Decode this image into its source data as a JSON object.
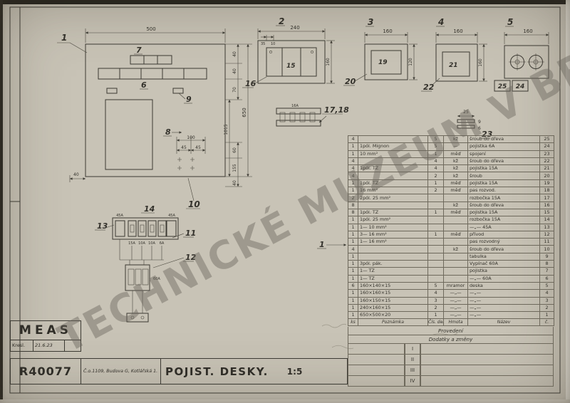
{
  "watermark": "TECHNICKÉ MUZEUM V BRNĚ",
  "title_block": {
    "company": "MEAS",
    "kresl_label": "Kresl.",
    "kresl_date": "21.6.23",
    "drawing_number": "R40077",
    "address": "Č.o.1109, Budova G, Kotlářská 1.",
    "title": "POJIST. DESKY.",
    "scale": "1:5"
  },
  "revision": {
    "provedeni_label": "Provedení",
    "dodatky_label": "Dodatky a změny",
    "rows": [
      "I",
      "II",
      "III",
      "IV"
    ]
  },
  "parts_table": {
    "headers": [
      "ks",
      "Poznámka",
      "Čís. del.",
      "Hmota",
      "Název",
      "č."
    ],
    "rows": [
      [
        "4",
        "",
        "5",
        "kž",
        "šroub do dřeva",
        "25"
      ],
      [
        "1",
        "1pól. Mignon",
        "5",
        "—",
        "pojistka 6A",
        "24"
      ],
      [
        "1",
        "10 mm²",
        "1",
        "měď",
        "spojení",
        "23"
      ],
      [
        "4",
        "",
        "4",
        "kž",
        "šroub do dřeva",
        "22"
      ],
      [
        "4",
        "1pól. TZ",
        "4",
        "kž",
        "pojistka 15A",
        "21"
      ],
      [
        "4",
        "",
        "2",
        "kž",
        "šroub",
        "20"
      ],
      [
        "1",
        "1pól. TZ",
        "1",
        "měď",
        "pojistka 15A",
        "19"
      ],
      [
        "1",
        "16 mm²",
        "2",
        "měď",
        "pas rozvod.",
        "18"
      ],
      [
        "2",
        "2pól. 25 mm²",
        "",
        "",
        "rozbočka 15A",
        "17"
      ],
      [
        "8",
        "",
        "",
        "kž",
        "šroub do dřeva",
        "16"
      ],
      [
        "8",
        "1pól. TZ",
        "1",
        "měď",
        "pojistka 15A",
        "15"
      ],
      [
        "1",
        "1pól. 25 mm²",
        "",
        "",
        "rozbočka 15A",
        "14"
      ],
      [
        "1",
        "1— 10 mm²",
        "",
        "",
        "—„— 45A",
        "13"
      ],
      [
        "1",
        "3— 16 mm²",
        "1",
        "měď",
        "přívod",
        "12"
      ],
      [
        "1",
        "1— 16 mm²",
        "",
        "",
        "pas rozvodný",
        "11"
      ],
      [
        "4",
        "",
        "",
        "kž",
        "šroub do dřeva",
        "10"
      ],
      [
        "1",
        "",
        "",
        "",
        "tabulka",
        "9"
      ],
      [
        "1",
        "3pól. pák.",
        "",
        "",
        "Vypínač 60A",
        "8"
      ],
      [
        "1",
        "1— TZ",
        "",
        "",
        "pojistka",
        "7"
      ],
      [
        "1",
        "1— TZ",
        "",
        "",
        "—„— 60A",
        "6"
      ],
      [
        "6",
        "160×140×15",
        "5",
        "mramor",
        "deska",
        "5"
      ],
      [
        "1",
        "160×160×15",
        "4",
        "—„—",
        "—„—",
        "4"
      ],
      [
        "1",
        "160×150×15",
        "3",
        "—„—",
        "—„—",
        "3"
      ],
      [
        "1",
        "240×160×15",
        "2",
        "—„—",
        "—„—",
        "2"
      ],
      [
        "1",
        "650×500×20",
        "1",
        "—„—",
        "—„—",
        "1"
      ]
    ]
  },
  "drawing": {
    "balloons": {
      "v1": "1",
      "v2": "2",
      "v3": "3",
      "v4": "4",
      "v5": "5",
      "p6": "6",
      "p7": "7",
      "p8": "8",
      "p9": "9",
      "p10": "10",
      "p11": "11",
      "p12": "12",
      "p13": "13",
      "p14": "14",
      "p15": "15",
      "p16": "16",
      "p17_18": "17,18",
      "p19": "19",
      "p20": "20",
      "p21": "21",
      "p22": "22",
      "p23": "23",
      "p24": "24",
      "p25": "25",
      "table_ref": "1"
    },
    "dims": {
      "main_w": "500",
      "main_h": "650",
      "main_inner": "1015",
      "rt1": "40",
      "rt2": "40",
      "rt3": "70",
      "rb1": "60",
      "rb2": "155",
      "rb3": "40",
      "lb": "40",
      "holes_w": "100",
      "holes_a": "45",
      "holes_b": "45",
      "v2_w": "240",
      "v2_h": "160",
      "v2_a": "35",
      "v2_b": "10",
      "v3_w": "160",
      "v3_h": "120",
      "v4_w": "160",
      "v4_h": "160",
      "v5_w": "160",
      "d23_w": "25",
      "d23_a": "9",
      "d23_b": "6"
    },
    "ratings": {
      "l45": "45A",
      "r45": "45A",
      "f15": "15A",
      "f10a": "10A",
      "f10b": "10A",
      "f6": "6A",
      "sw": "60A",
      "strip": "16A"
    }
  }
}
